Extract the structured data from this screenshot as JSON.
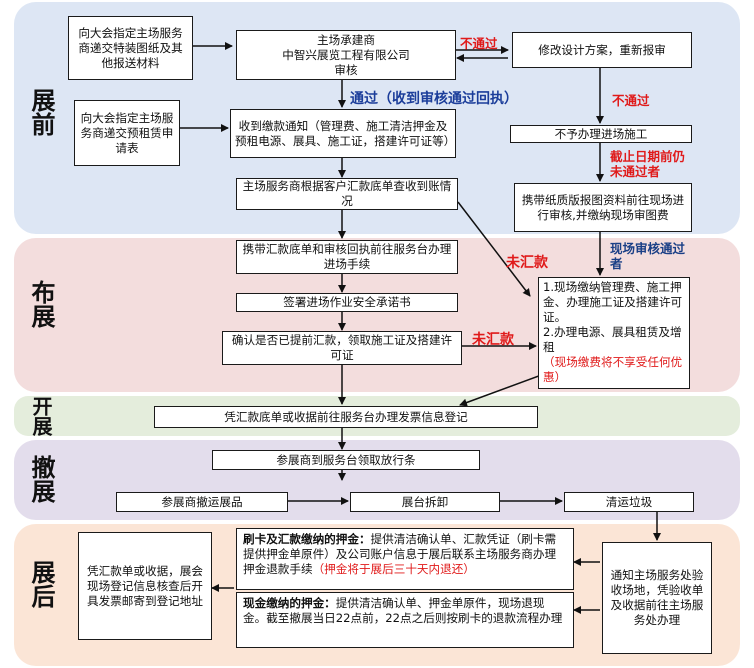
{
  "stages": {
    "pre": "展前",
    "setup": "布展",
    "open": "开展",
    "teardown": "撤展",
    "post": "展后"
  },
  "boxes": {
    "submit_drawings": "向大会指定主场服务商递交特装图纸及其他报送材料",
    "main_contractor_review": "主场承建商\n中智兴展览工程有限公司\n审核",
    "revise_design": "修改设计方案，重新报审",
    "submit_rental": "向大会指定主场服务商递交预租赁申请表",
    "receive_payment_notice": "收到缴款通知（管理费、施工清洁押金及预租电源、展具、施工证，搭建许可证等）",
    "no_entry_construction": "不予办理进场施工",
    "check_receipt": "主场服务商根据客户汇款底单查收到账情况",
    "onsite_review": "携带纸质版报图资料前往现场进行审核,并缴纳现场审图费",
    "entry_procedures": "携带汇款底单和审核回执前往服务台办理进场手续",
    "sign_commitment": "签署进场作业安全承诺书",
    "confirm_remit": "确认是否已提前汇款，领取施工证及搭建许可证",
    "onsite_pay_1": "1.现场缴纳管理费、施工押金、办理施工证及搭建许可证。",
    "onsite_pay_2": "2.办理电源、展具租赁及增租",
    "onsite_pay_note": "（现场缴费将不享受任何优惠）",
    "invoice_register": "凭汇款底单或收据前往服务台办理发票信息登记",
    "release_pass": "参展商到服务台领取放行条",
    "remove_exhibits": "参展商撤运展品",
    "dismantle_booth": "展台拆卸",
    "clean_garbage": "清运垃圾",
    "notify_deposit": "通知主场服务处验收场地，凭验收单及收据前往主场服务处办理",
    "card_deposit_title": "刷卡及汇款缴纳的押金：",
    "card_deposit_body": "提供清洁确认单、汇款凭证（刷卡需提供押金单原件）及公司账户信息于展后联系主场服务商办理押金退款手续",
    "card_deposit_note": "（押金将于展后三十天内退还）",
    "cash_deposit_title": "现金缴纳的押金：",
    "cash_deposit_body": "提供清洁确认单、押金单原件，现场退现金。截至撤展当日22点前，22点之后则按刷卡的退款流程办理",
    "mail_invoice": "凭汇款单或收据，展会现场登记信息核查后开具发票邮寄到登记地址"
  },
  "labels": {
    "not_passed_1": "不通过",
    "passed": "通过（收到审核通过回执）",
    "not_passed_2": "不通过",
    "deadline_fail": "截止日期前仍未通过者",
    "onsite_passed": "现场审核通过者",
    "not_remitted_1": "未汇款",
    "not_remitted_2": "未汇款"
  },
  "colors": {
    "pre_band": "#dde6f4",
    "setup_band": "#f3dddd",
    "open_band": "#e4eddc",
    "teardown_band": "#e3ddec",
    "post_band": "#fbe5d6",
    "red": "#e01a1a",
    "blue": "#1b3d9a"
  }
}
